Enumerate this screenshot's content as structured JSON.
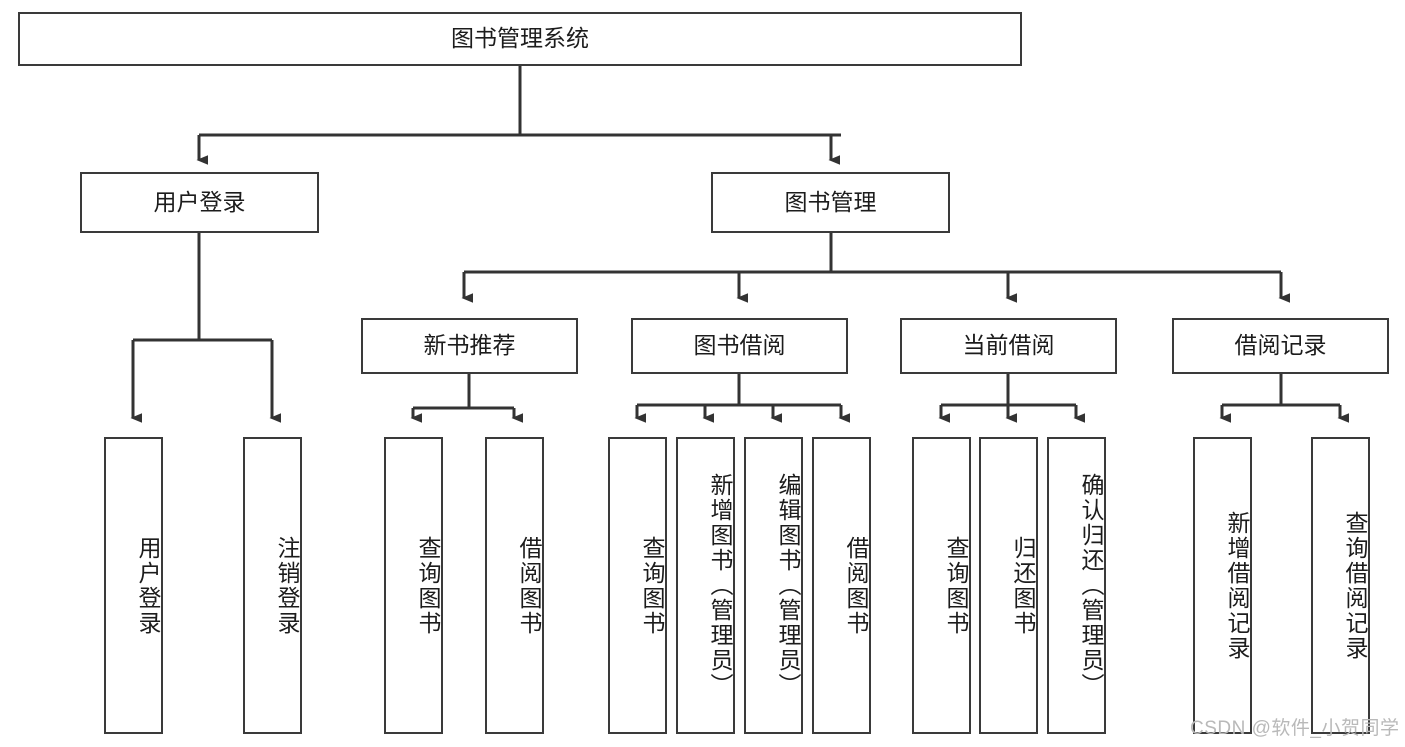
{
  "diagram": {
    "title": "图书管理系统",
    "type": "tree-hierarchy",
    "watermark": "CSDN @软件_小贺同学",
    "colors": {
      "background": "#ffffff",
      "box_border": "#3a3a3a",
      "box_fill": "#ffffff",
      "text": "#1c1c1c",
      "connector": "#333333",
      "watermark": "#b9b9b9"
    },
    "root": {
      "label": "图书管理系统"
    },
    "level2": [
      {
        "label": "用户登录"
      },
      {
        "label": "图书管理"
      }
    ],
    "level3": [
      {
        "label": "新书推荐"
      },
      {
        "label": "图书借阅"
      },
      {
        "label": "当前借阅"
      },
      {
        "label": "借阅记录"
      }
    ],
    "leaves": {
      "user_login": [
        {
          "label": "用户登录"
        },
        {
          "label": "注销登录"
        }
      ],
      "new_book_recommend": [
        {
          "label": "查询图书"
        },
        {
          "label": "借阅图书"
        }
      ],
      "book_borrow": [
        {
          "label": "查询图书"
        },
        {
          "label": "新增图书（管理员）"
        },
        {
          "label": "编辑图书（管理员）"
        },
        {
          "label": "借阅图书"
        }
      ],
      "current_borrow": [
        {
          "label": "查询图书"
        },
        {
          "label": "归还图书"
        },
        {
          "label": "确认归还（管理员）"
        }
      ],
      "borrow_record": [
        {
          "label": "新增借阅记录"
        },
        {
          "label": "查询借阅记录"
        }
      ]
    }
  }
}
